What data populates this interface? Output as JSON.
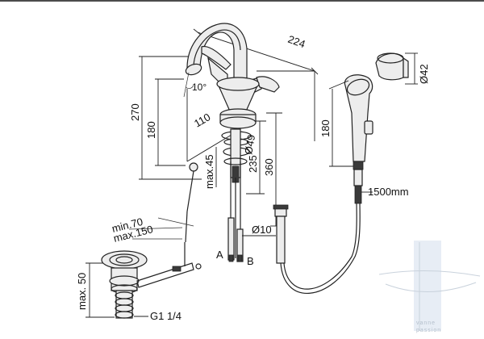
{
  "dimensions": {
    "width_overall": "224",
    "height_overall": "270",
    "spout_height": "180",
    "spout_reach": "110",
    "spout_angle": "10°",
    "body_diameter": "Ø49",
    "max_thickness": "max.45",
    "tail_length": "235",
    "tail_total": "360",
    "hose_diameter": "Ø10",
    "holder_diameter": "Ø42",
    "shower_length": "180",
    "hose_length": "1500mm",
    "lever_min": "min.70",
    "lever_max": "max.150",
    "waste_max": "max. 50",
    "waste_thread": "G1 1/4",
    "label_a": "A",
    "label_b": "B"
  },
  "watermark": {
    "text": "vanne\npassion"
  }
}
